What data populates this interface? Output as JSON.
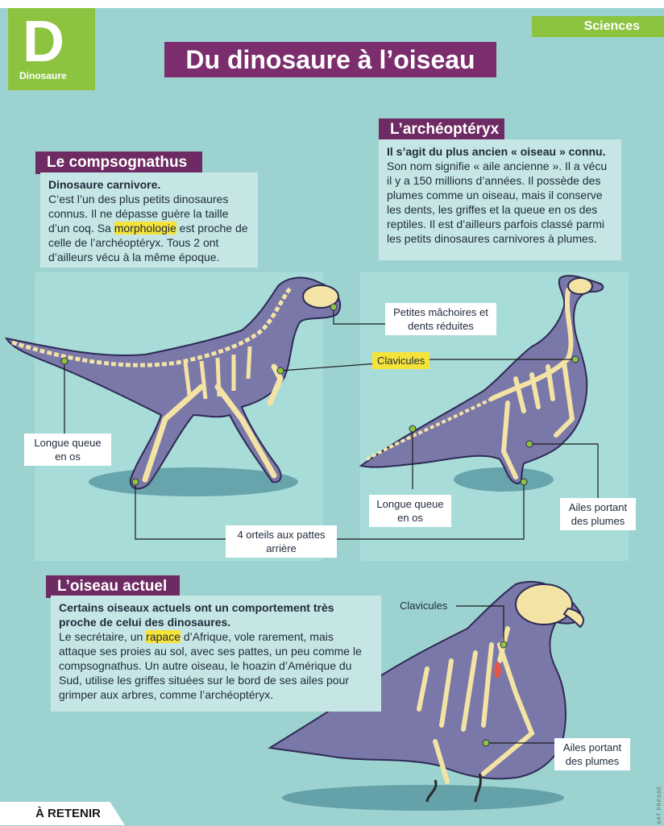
{
  "tab": {
    "letter": "D",
    "label": "Dinosaure"
  },
  "section": "Sciences",
  "title": "Du dinosaure à l’oiseau",
  "compsognathus": {
    "header": "Le compsognathus",
    "lead": "Dinosaure carnivore.",
    "text_before": "C’est l’un des plus petits dinosaures connus. Il ne dépasse guère la taille d’un coq. Sa ",
    "highlight": "morphologie",
    "text_after": " est proche de celle de l’archéoptéryx. Tous 2 ont d’ailleurs vécu à la même époque."
  },
  "archeopteryx": {
    "header": "L’archéoptéryx",
    "lead": "Il s’agit du plus ancien « oiseau » connu.",
    "text": "Son nom signifie « aile ancienne ». Il a vécu il y a 150 millions d’années. Il possède des plumes comme un oiseau, mais il conserve les dents, les griffes et la queue en os des reptiles. Il est d’ailleurs parfois classé parmi les petits dinosaures carnivores à plumes."
  },
  "oiseau": {
    "header": "L’oiseau actuel",
    "lead": "Certains oiseaux actuels ont un comportement très proche de celui des dinosaures.",
    "text_before": "Le secrétaire, un ",
    "highlight": "rapace",
    "text_after": " d’Afrique, vole rarement, mais attaque ses proies au sol, avec ses pattes, un peu comme le compsognathus. Un autre oiseau, le hoazin d’Amérique du Sud, utilise les griffes situées sur le bord de ses ailes pour grimper aux arbres, comme l’archéoptéryx."
  },
  "labels": {
    "machoires": "Petites mâchoires et dents réduites",
    "clavicules": "Clavicules",
    "queue_left": "Longue queue en os",
    "queue_right": "Longue queue en os",
    "orteils": "4 orteils aux pattes arrière",
    "ailes_right": "Ailes portant des plumes",
    "clavicules_bird": "Clavicules",
    "ailes_bird": "Ailes portant des plumes"
  },
  "footer": "À RETENIR",
  "credit": "ART PRESSE",
  "colors": {
    "accent_green": "#8cc43f",
    "purple": "#6e2a62",
    "background": "#9cd3d1",
    "highlight": "#f5e33a",
    "bone": "#f3e3a5",
    "body": "#7a78a8"
  }
}
